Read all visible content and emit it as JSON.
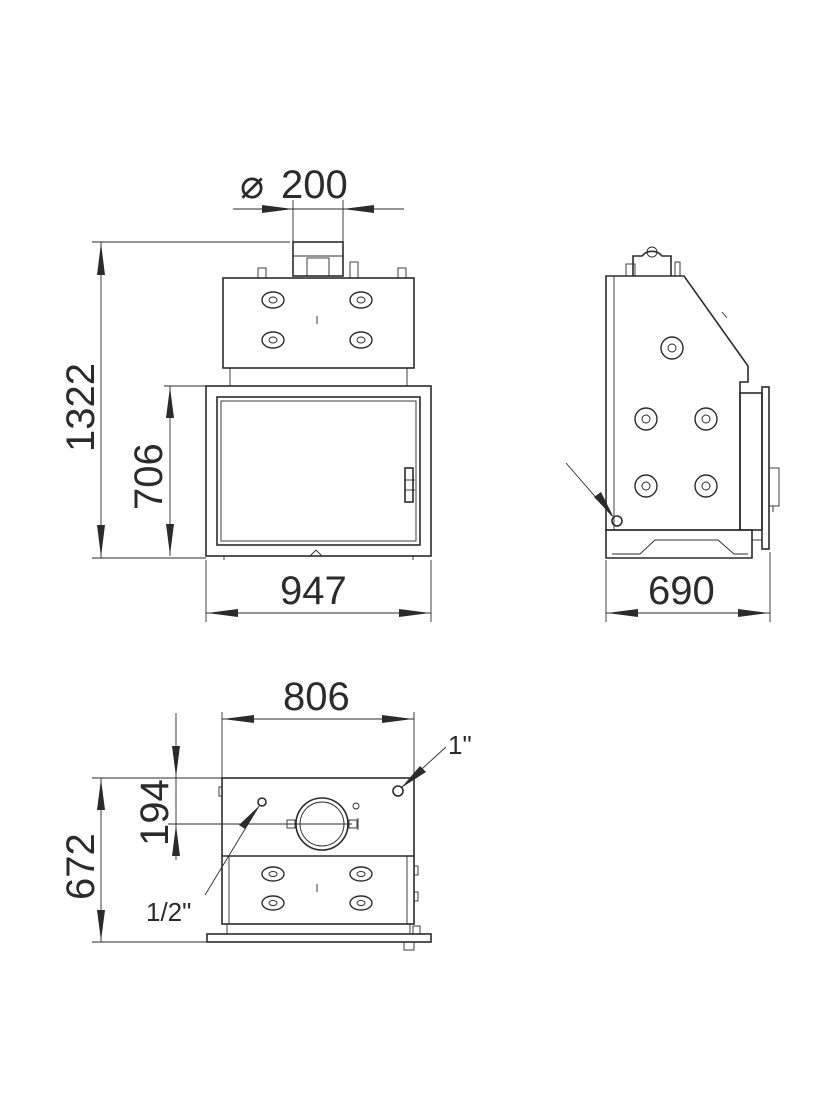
{
  "dimensions": {
    "flue_diameter_symbol": "⌀",
    "flue_diameter": "200",
    "total_height": "1322",
    "door_height": "706",
    "front_width": "947",
    "side_depth": "690",
    "top_width": "806",
    "top_offset": "194",
    "top_depth": "672"
  },
  "connections": {
    "large": "1\"",
    "small": "1/2\""
  }
}
